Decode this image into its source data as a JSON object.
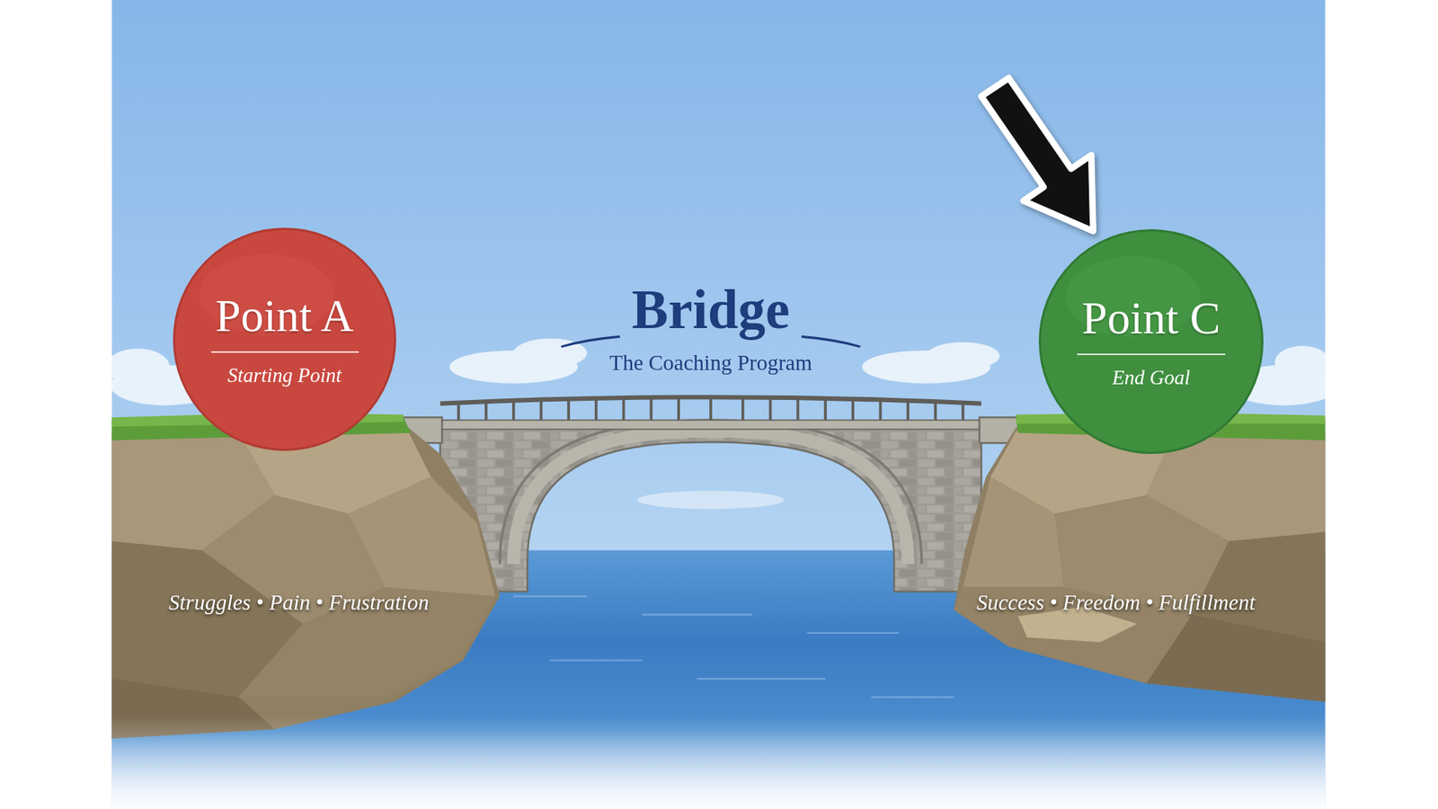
{
  "diagram": {
    "nodes": [
      {
        "text": [
          "Point A",
          "Starting Point"
        ]
      },
      {
        "text": [
          "Point C",
          "End Goal"
        ]
      }
    ],
    "labels": [
      "Bridge",
      "The Coaching Program",
      "Struggles • Pain • Frustration",
      "Success • Freedom • Fulfillment"
    ]
  }
}
